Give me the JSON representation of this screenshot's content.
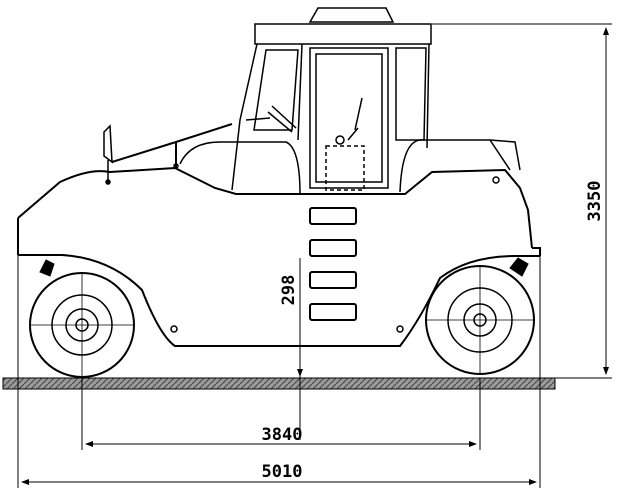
{
  "drawing": {
    "dimensions": {
      "height_overall": "3350",
      "clearance": "298",
      "wheelbase": "3840",
      "length_overall": "5010"
    }
  }
}
